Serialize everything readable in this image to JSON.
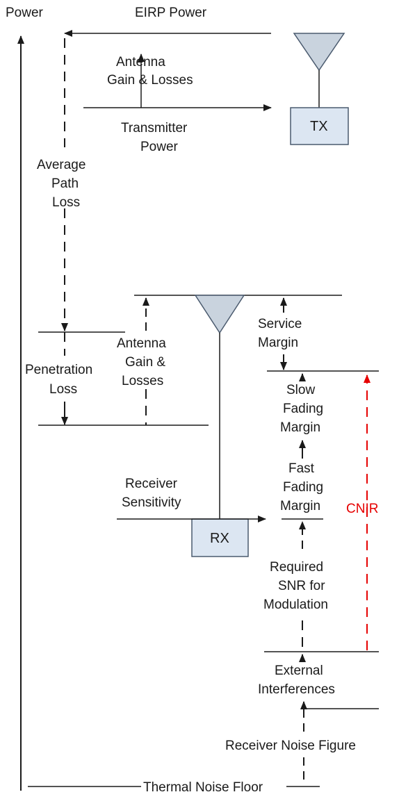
{
  "labels": {
    "power": "Power",
    "eirp_power": "EIRP Power",
    "antenna_gain_tx_1": "Antenna",
    "antenna_gain_tx_2": "Gain & Losses",
    "transmitter_power_1": "Transmitter",
    "transmitter_power_2": "Power",
    "avg_path_loss_1": "Average",
    "avg_path_loss_2": "Path",
    "avg_path_loss_3": "Loss",
    "penetration_loss_1": "Penetration",
    "penetration_loss_2": "Loss",
    "antenna_gain_rx_1": "Antenna",
    "antenna_gain_rx_2": "Gain &",
    "antenna_gain_rx_3": "Losses",
    "service_margin_1": "Service",
    "service_margin_2": "Margin",
    "slow_fading_1": "Slow",
    "slow_fading_2": "Fading",
    "slow_fading_3": "Margin",
    "fast_fading_1": "Fast",
    "fast_fading_2": "Fading",
    "fast_fading_3": "Margin",
    "receiver_sensitivity_1": "Receiver",
    "receiver_sensitivity_2": "Sensitivity",
    "required_snr_1": "Required",
    "required_snr_2": "SNR for",
    "required_snr_3": "Modulation",
    "cnir": "CNIR",
    "external_interf_1": "External",
    "external_interf_2": "Interferences",
    "receiver_noise_figure": "Receiver Noise Figure",
    "thermal_noise_floor": "Thermal Noise Floor",
    "tx": "TX",
    "rx": "RX"
  },
  "colors": {
    "line": "#1a1a1a",
    "box_fill": "#dce6f2",
    "box_stroke": "#4a5a6e",
    "antenna_fill": "#c9d3de",
    "cnir_red": "#e60000"
  }
}
